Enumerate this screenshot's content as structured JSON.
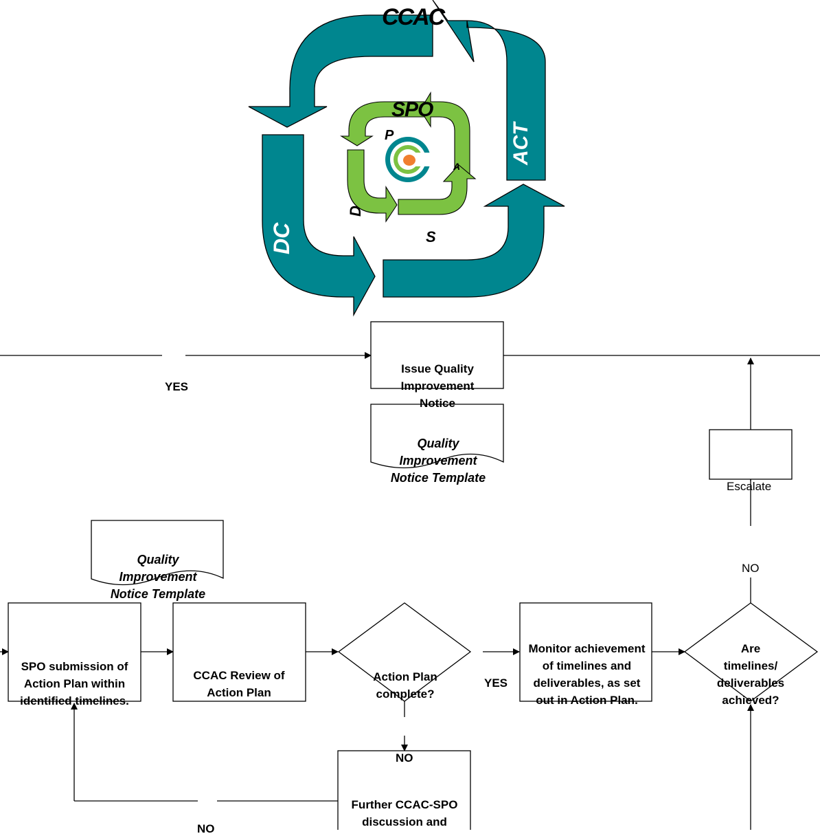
{
  "cycle": {
    "outer_title": "CCAC",
    "outer_act": "ACT",
    "outer_dc": "DC",
    "inner_title": "SPO",
    "inner_p": "P",
    "inner_d": "D",
    "inner_s": "S",
    "inner_a": "A",
    "outer_color": "#00868F",
    "inner_color": "#7CC242",
    "logo_accent": "#F07F2F"
  },
  "flow": {
    "yes_top": "YES",
    "issue_notice": "Issue Quality Improvement Notice",
    "template_top": "Quality Improvement Notice Template",
    "escalate": "Escalate",
    "no_right": "NO",
    "template_left": "Quality Improvement Notice Template",
    "spo_submission": "SPO submission of Action Plan within identified timelines.",
    "ccac_review": "CCAC Review of Action Plan",
    "plan_complete": "Action Plan complete?",
    "yes_mid": "YES",
    "monitor": "Monitor achievement of timelines and deliverables, as set out in Action Plan.",
    "timelines_achieved": "Are timelines/ deliverables achieved?",
    "no_mid": "NO",
    "further_discussion": "Further CCAC-SPO discussion and",
    "no_bottom": "NO"
  }
}
